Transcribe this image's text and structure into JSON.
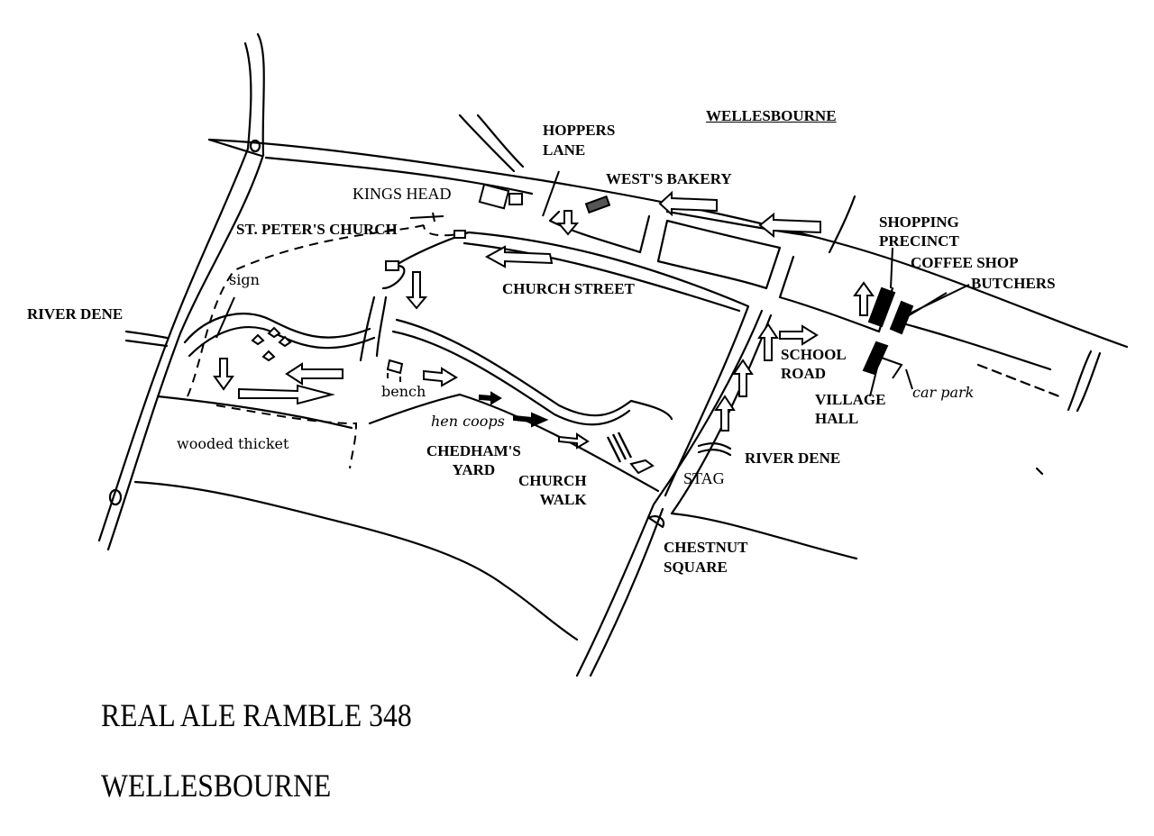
{
  "map": {
    "heading": "WELLESBOURNE",
    "labels": {
      "hoppers_lane": "HOPPERS\nLANE",
      "wests_bakery": "WEST'S BAKERY",
      "kings_head": "KINGS HEAD",
      "st_peters_church": "ST. PETER'S CHURCH",
      "shopping_precinct": "SHOPPING\nPRECINCT",
      "coffee_shop": "COFFEE SHOP",
      "butchers": "BUTCHERS",
      "sign": "sign",
      "river_dene_west": "RIVER DENE",
      "church_street": "CHURCH STREET",
      "school_road": "SCHOOL\nROAD",
      "village_hall": "VILLAGE\nHALL",
      "car_park": "car park",
      "bench": "bench",
      "hen_coops": "hen coops",
      "wooded_thicket": "wooded thicket",
      "chedhams_yard": "CHEDHAM'S\nYARD",
      "church_walk": "CHURCH\nWALK",
      "stag": "STAG",
      "river_dene_east": "RIVER DENE",
      "chestnut_square": "CHESTNUT\nSQUARE"
    },
    "icons": [
      "pub-icon",
      "church-icon",
      "arrow-icon",
      "tree-icon",
      "bench-icon",
      "shop-icon"
    ]
  },
  "footer": {
    "title": "REAL ALE RAMBLE 348",
    "subtitle": "WELLESBOURNE"
  },
  "colors": {
    "ink": "#000000",
    "paper": "#ffffff"
  }
}
